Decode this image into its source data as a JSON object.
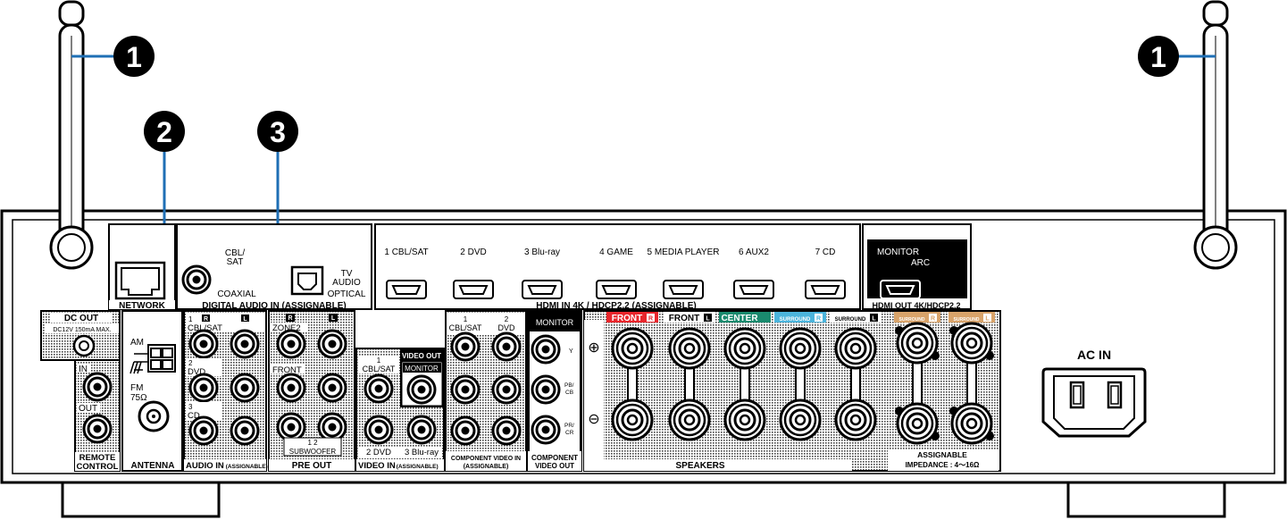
{
  "callouts": [
    {
      "id": "antenna-left",
      "number": "1"
    },
    {
      "id": "antenna-right",
      "number": "1"
    },
    {
      "id": "network",
      "number": "2"
    },
    {
      "id": "digital-audio",
      "number": "3"
    }
  ],
  "panel": {
    "network_label": "NETWORK",
    "digital_audio": {
      "label": "DIGITAL AUDIO IN (ASSIGNABLE)",
      "coax_top": "CBL/",
      "coax_mid": "SAT",
      "coax_label": "COAXIAL",
      "optical_top": "TV",
      "optical_mid": "AUDIO",
      "optical_label": "OPTICAL"
    },
    "hdmi_in": {
      "label": "HDMI IN  4K / HDCP2.2 (ASSIGNABLE)",
      "inputs": [
        "1 CBL/SAT",
        "2 DVD",
        "3 Blu-ray",
        "4 GAME",
        "5 MEDIA PLAYER",
        "6 AUX2",
        "7 CD"
      ]
    },
    "hdmi_out": {
      "label": "HDMI OUT 4K/HDCP2.2",
      "monitor": "MONITOR",
      "arc": "ARC"
    },
    "dc_out": {
      "title": "DC OUT",
      "spec": "DC12V 150mA MAX."
    },
    "remote": {
      "in": "IN",
      "out": "OUT",
      "label_1": "REMOTE",
      "label_2": "CONTROL"
    },
    "antenna": {
      "am": "AM",
      "fm": "FM",
      "ohm": "75Ω",
      "label": "ANTENNA"
    },
    "audio_in": {
      "num1": "1",
      "r": "R",
      "l": "L",
      "in1": "CBL/SAT",
      "num2": "2",
      "in2": "DVD",
      "num3": "3",
      "in3": "CD",
      "label": "AUDIO IN",
      "label_small": "(ASSIGNABLE)"
    },
    "pre_out": {
      "r": "R",
      "l": "L",
      "zone2": "ZONE2",
      "front": "FRONT",
      "sub_nums": "1  2",
      "subwoofer": "SUBWOOFER",
      "label": "PRE OUT"
    },
    "video_in": {
      "num1": "1",
      "in1": "CBL/SAT",
      "video_out": "VIDEO OUT",
      "monitor": "MONITOR",
      "in2": "2 DVD",
      "in3": "3 Blu-ray",
      "label": "VIDEO IN",
      "label_small": "(ASSIGNABLE)"
    },
    "component_in": {
      "num1": "1",
      "in1": "CBL/SAT",
      "num2": "2",
      "in2": "DVD",
      "label_1": "COMPONENT VIDEO IN",
      "label_2": "(ASSIGNABLE)"
    },
    "component_out": {
      "monitor": "MONITOR",
      "y": "Y",
      "pb": "PB/",
      "cb": "CB",
      "pr": "PR/",
      "cr": "CR",
      "label_1": "COMPONENT",
      "label_2": "VIDEO OUT"
    },
    "speakers": {
      "plus": "⊕",
      "minus": "⊖",
      "channels": [
        {
          "name": "FRONT",
          "side": "R",
          "color": "#e8262c"
        },
        {
          "name": "FRONT",
          "side": "L",
          "color": "#000000"
        },
        {
          "name": "CENTER",
          "side": "",
          "color": "#1a8a6e"
        },
        {
          "name": "SURROUND",
          "side": "R",
          "color": "#4bb4dc"
        },
        {
          "name": "SURROUND",
          "side": "L",
          "color": "#000000"
        },
        {
          "name": "SURROUND BACK",
          "side": "R",
          "color": "#d8a36a"
        },
        {
          "name": "SURROUND BACK",
          "side": "L",
          "color": "#d8a36a"
        }
      ],
      "label": "SPEAKERS",
      "assignable": "ASSIGNABLE",
      "impedance": "IMPEDANCE : 4～16Ω"
    },
    "ac_in": "AC IN"
  }
}
